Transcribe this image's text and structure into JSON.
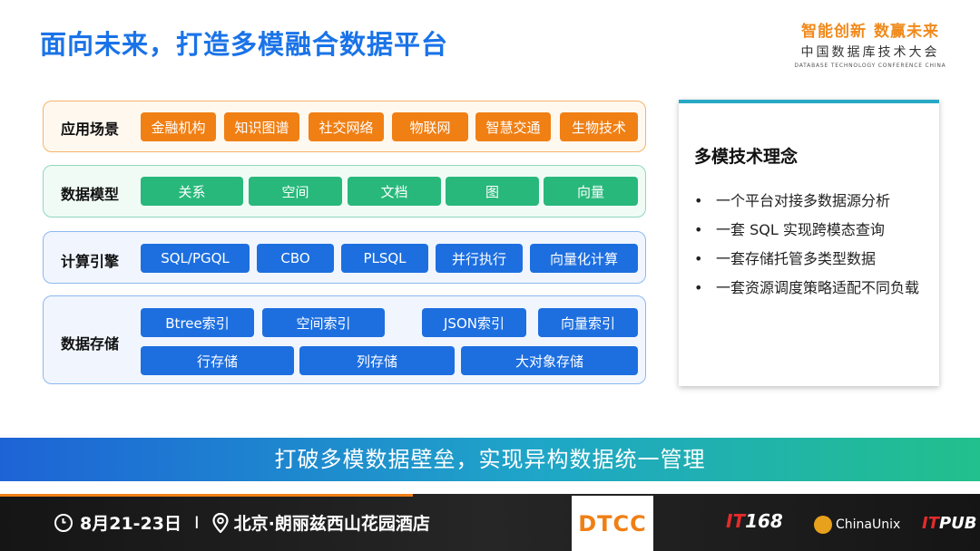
{
  "title": "面向未来，打造多模融合数据平台",
  "brand": {
    "slogan_1": "智能创新",
    "slogan_2": "数赢未来",
    "cn": "中国数据库技术大会",
    "en": "DATABASE TECHNOLOGY CONFERENCE CHINA"
  },
  "rows": {
    "app": {
      "label": "应用场景",
      "items": [
        "金融机构",
        "知识图谱",
        "社交网络",
        "物联网",
        "智慧交通",
        "生物技术"
      ]
    },
    "model": {
      "label": "数据模型",
      "items": [
        "关系",
        "空间",
        "文档",
        "图",
        "向量"
      ]
    },
    "engine": {
      "label": "计算引擎",
      "items": [
        "SQL/PGQL",
        "CBO",
        "PLSQL",
        "并行执行",
        "向量化计算"
      ]
    },
    "storage": {
      "label": "数据存储",
      "items": [
        "Btree索引",
        "空间索引",
        "JSON索引",
        "向量索引",
        "行存储",
        "列存储",
        "大对象存储"
      ]
    }
  },
  "card": {
    "title": "多模技术理念",
    "bullet": "•",
    "items": [
      "一个平台对接多数据源分析",
      "一套 SQL 实现跨模态查询",
      "一套存储托管多类型数据",
      "一套资源调度策略适配不同负载"
    ]
  },
  "banner": "打破多模数据壁垒，实现异构数据统一管理",
  "footer": {
    "date": "8月21-23日",
    "separator": "I",
    "location": "北京·朗丽兹西山花园酒店",
    "logos": {
      "dtcc": "DTCC",
      "it168_a": "IT",
      "it168_b": "168",
      "chinaunix": "ChinaUnix",
      "itpub_a": "IT",
      "itpub_b": "PUB"
    }
  },
  "colors": {
    "title": "#1a73e8",
    "orange": "#f07f14",
    "green": "#28b87b",
    "blue": "#1d6fe0"
  }
}
